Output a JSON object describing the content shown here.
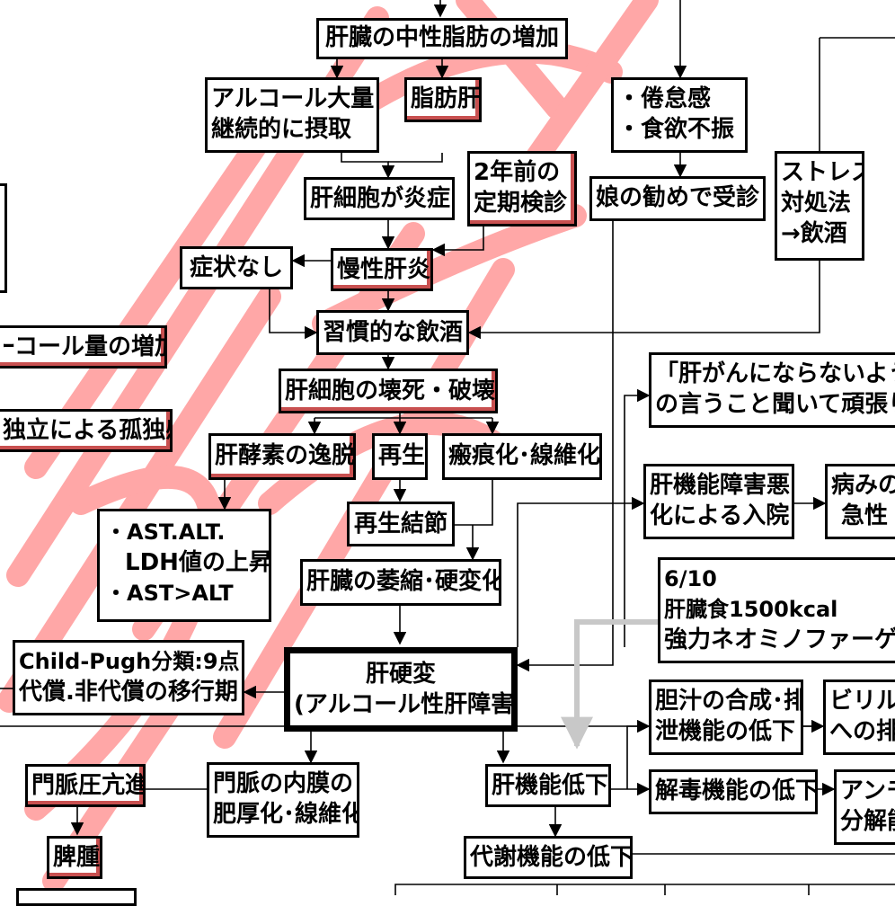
{
  "colors": {
    "watermark": "#ff8a8a",
    "line": "#000000",
    "arrow_gray": "#c8c8c8",
    "box_border": "#000000"
  },
  "nodes": {
    "fat_increase": "肝臓の中性脂肪の増加",
    "alcohol_intake_1": "アルコール大量",
    "alcohol_intake_2": "継続的に摂取",
    "fatty_liver": "脂肪肝",
    "fatigue_1": "・倦怠感",
    "fatigue_2": "・食欲不振",
    "checkup_1": "2年前の",
    "checkup_2": "定期検診",
    "hepatocyte_inflammation": "肝細胞が炎症",
    "daughter_consult": "娘の勧めで受診",
    "stress_1": "ストレス",
    "stress_2": "対処法",
    "stress_3": "→飲酒",
    "no_symptoms": "症状なし",
    "chronic_hepatitis": "慢性肝炎",
    "habitual_drinking": "習慣的な飲酒",
    "alcohol_increase": "ｰコール量の増加",
    "isolation": "独立による孤独感",
    "hepatocyte_necrosis": "肝細胞の壊死・破壊",
    "quote_1": "「肝がんにならないよう",
    "quote_2": "の言うこと聞いて頑張り",
    "enzyme_release": "肝酵素の逸脱",
    "regeneration": "再生",
    "fibrosis": "瘢痕化･線維化",
    "liver_dysfunction_1": "肝機能障害悪",
    "liver_dysfunction_2": "化による入院",
    "pain_1": "病みの",
    "pain_2": "急性",
    "labs_1": "・AST.ALT.",
    "labs_2": "LDH値の上昇",
    "labs_3": "・AST>ALT",
    "regen_nodules": "再生結節",
    "atrophy": "肝臓の萎縮･硬変化",
    "diet_1": "6/10",
    "diet_2": "肝臓食1500kcal",
    "diet_3": "強力ネオミノファーゲ",
    "child_pugh_1": "Child-Pugh分類:9点",
    "child_pugh_2": "代償.非代償の移行期",
    "cirrhosis_1": "肝硬変",
    "cirrhosis_2": "(アルコール性肝障害)",
    "bile_1": "胆汁の合成･排",
    "bile_2": "泄機能の低下",
    "bilirubin_1": "ビリル",
    "bilirubin_2": "への排",
    "portal_hypertension": "門脈圧亢進",
    "portal_intima_1": "門脈の内膜の",
    "portal_intima_2": "肥厚化･線維化",
    "liver_function_down": "肝機能低下",
    "detox_down": "解毒機能の低下",
    "ammonia_1": "アンモ",
    "ammonia_2": "分解能",
    "splenomegaly": "脾腫",
    "metabolism_down": "代謝機能の低下"
  }
}
